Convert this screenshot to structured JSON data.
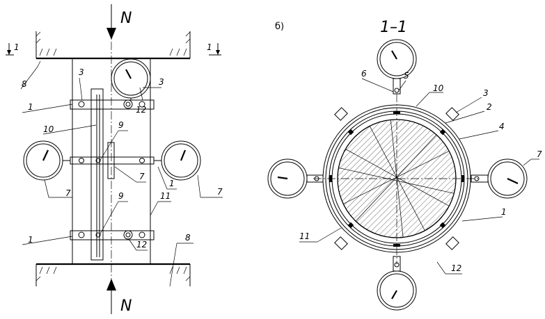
{
  "figure": {
    "load_label": "N",
    "section_mark": "1",
    "panel_b_label": "б)",
    "section_title": "1–1"
  },
  "left_view": {
    "labels": {
      "clamp_top": "3",
      "clamp_top_right": "3",
      "ring_top": "1",
      "ring_bottom": "1",
      "ring_mid_right": "1",
      "support_top": "8",
      "support_bottom": "8",
      "bar": "10",
      "pin_top": "9",
      "pin_bottom": "9",
      "ball_top": "12",
      "ball_bottom": "12",
      "gauge_left": "7",
      "gauge_right": "7",
      "gauge_mid": "7",
      "specimen": "11"
    }
  },
  "right_view": {
    "labels": {
      "n6": "6",
      "n5": "5",
      "n10": "10",
      "n3": "3",
      "n2": "2",
      "n4": "4",
      "n7": "7",
      "n1": "1",
      "n11": "11",
      "n12": "12"
    }
  }
}
